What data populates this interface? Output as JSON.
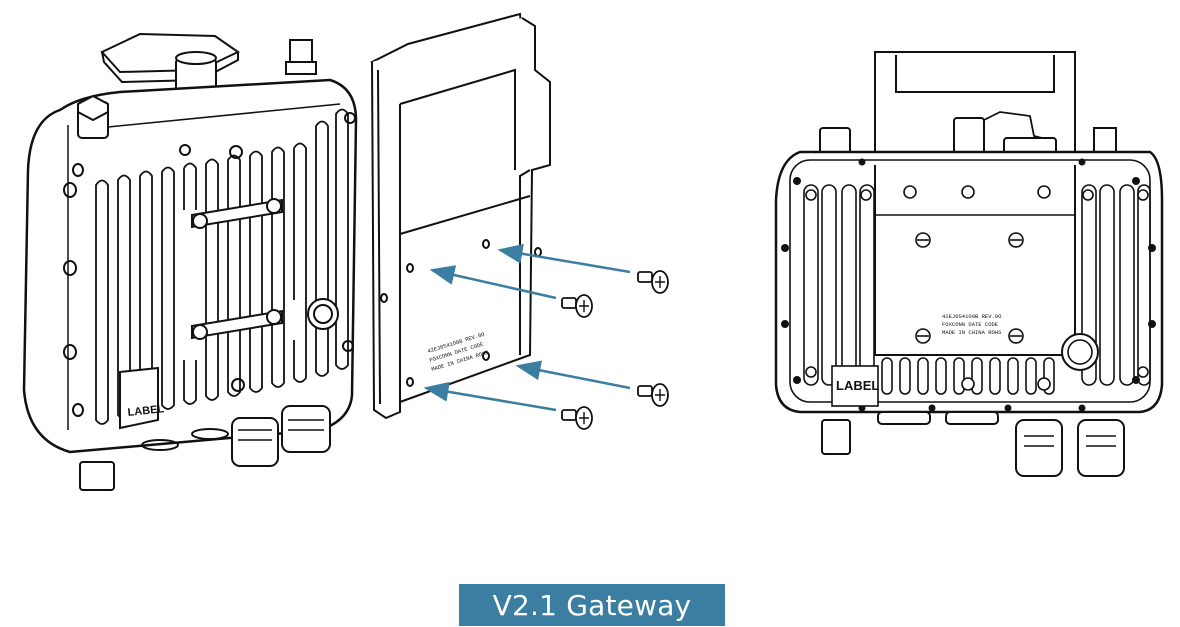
{
  "caption": {
    "text": "V2.1 Gateway",
    "background": "#3b7ea1",
    "color": "#ffffff"
  },
  "left_view": {
    "label_text": "LABEL",
    "arrow_color": "#3b7ea1"
  },
  "right_view": {
    "label_text": "LABEL",
    "plate_text": [
      "42EJ0S41O0B REV.0O",
      "FOXCONN DATE CODE",
      "MADE IN CHINA ROHS"
    ]
  },
  "bracket": {
    "plate_text": [
      "42EJ0S41O0B REV.0O",
      "FOXCONN DATE CODE",
      "MADE IN CHINA ROHS"
    ]
  }
}
